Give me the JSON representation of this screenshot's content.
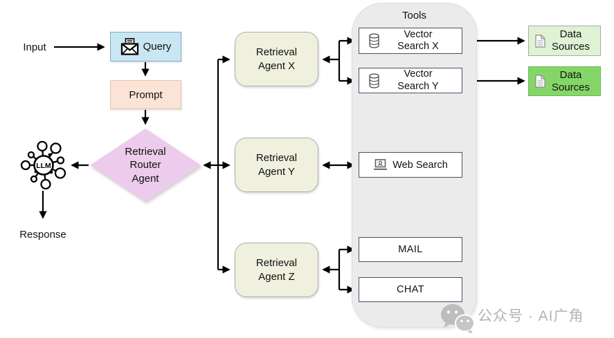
{
  "flow": {
    "input_label": "Input",
    "query_label": "Query",
    "prompt_label": "Prompt",
    "router": {
      "l1": "Retrieval",
      "l2": "Router",
      "l3": "Agent"
    },
    "llm_label": "LLM",
    "response_label": "Response"
  },
  "agents": {
    "x": {
      "l1": "Retrieval",
      "l2": "Agent X"
    },
    "y": {
      "l1": "Retrieval",
      "l2": "Agent Y"
    },
    "z": {
      "l1": "Retrieval",
      "l2": "Agent Z"
    }
  },
  "tools_panel": {
    "title": "Tools",
    "vector_search_x": {
      "l1": "Vector",
      "l2": "Search X"
    },
    "vector_search_y": {
      "l1": "Vector",
      "l2": "Search Y"
    },
    "web_search_label": "Web Search",
    "mail_label": "MAIL",
    "chat_label": "CHAT"
  },
  "data_sources": {
    "first": {
      "l1": "Data",
      "l2": "Sources"
    },
    "second": {
      "l1": "Data",
      "l2": "Sources"
    }
  },
  "watermark": {
    "text": "公众号 · AI广角"
  },
  "colors": {
    "query_fill": "#C9E6F3",
    "query_border": "#7FAACB",
    "prompt_fill": "#FBE3D5",
    "prompt_border": "#E9C3A9",
    "router_fill": "#ECCBEC",
    "agent_fill": "#EFF0DE",
    "agent_border": "#ADADAD",
    "tools_panel_fill": "#EBEBEB",
    "tools_panel_border": "#DeDEDE",
    "tool_box_border": "#44546A",
    "ds1_fill": "#DFF2D3",
    "ds1_border": "#A9A9A9",
    "ds2_fill": "#85D668",
    "ds2_border": "#69B94F",
    "watermark_color": "#B3B3B3",
    "line_color": "#000000"
  }
}
